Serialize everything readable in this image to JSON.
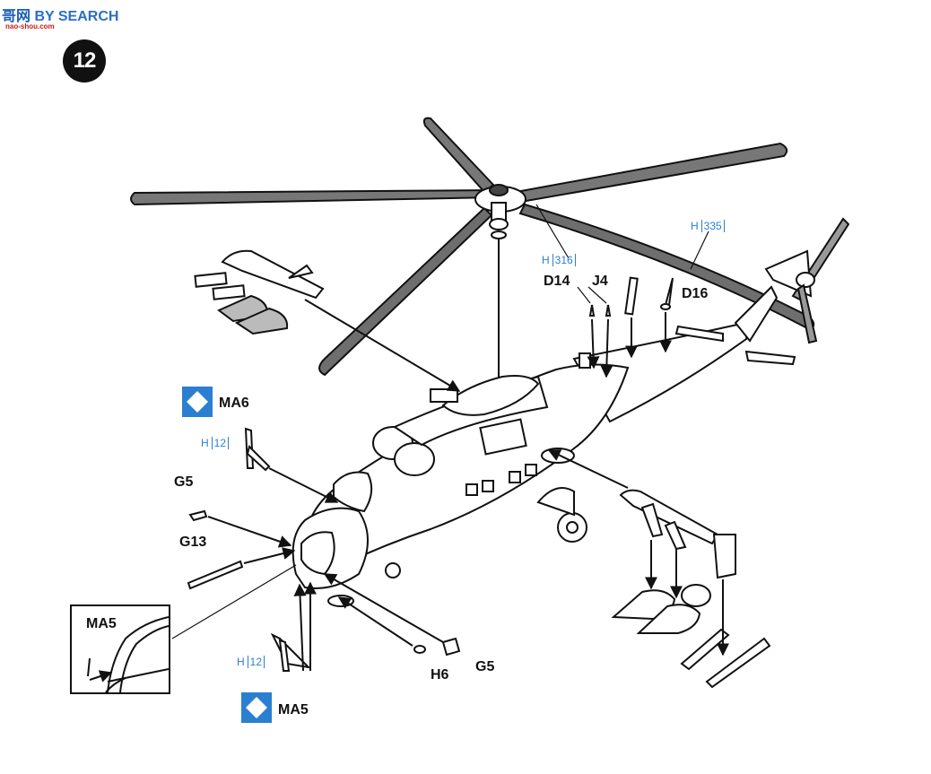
{
  "watermark": {
    "cn": "哥",
    "cn2": "网",
    "en": "BY SEARCH",
    "sub": "nao-shou.com"
  },
  "step": {
    "number": "12"
  },
  "rotor_refs": [
    {
      "prefix": "H",
      "num": "316"
    },
    {
      "prefix": "H",
      "num": "335"
    }
  ],
  "parts_top": {
    "d14": "D14",
    "j4": "J4",
    "d16": "D16"
  },
  "left_parts": {
    "ma6": "MA6",
    "ma6_ref": {
      "prefix": "H",
      "num": "12"
    },
    "g5": "G5",
    "g13": "G13"
  },
  "inset": {
    "label": "MA5"
  },
  "bottom_parts": {
    "ref": {
      "prefix": "H",
      "num": "12"
    },
    "ma5": "MA5",
    "h6": "H6",
    "g5": "G5"
  },
  "colors": {
    "ink": "#111111",
    "paint_blue": "#2a7fd0",
    "blade_fill": "#6e6e6e"
  },
  "icons": [
    "paint-diamond-icon"
  ]
}
